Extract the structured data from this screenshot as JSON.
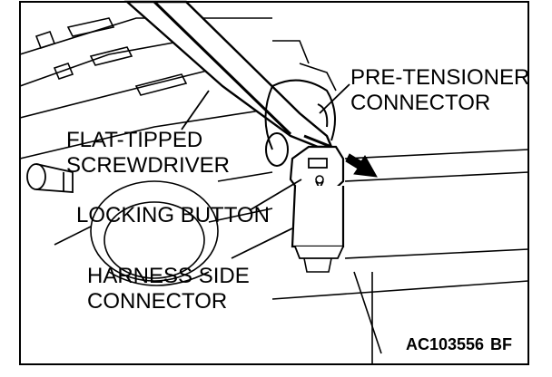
{
  "labels": {
    "pre_tensioner_line1": "PRE-TENSIONER",
    "pre_tensioner_line2": "CONNECTOR",
    "screwdriver_line1": "FLAT-TIPPED",
    "screwdriver_line2": "SCREWDRIVER",
    "locking_button": "LOCKING BUTTON",
    "harness_line1": "HARNESS SIDE",
    "harness_line2": "CONNECTOR"
  },
  "figure_code": {
    "main": "AC103556",
    "suffix": "BF"
  },
  "colors": {
    "ink": "#000000",
    "paper": "#ffffff"
  }
}
